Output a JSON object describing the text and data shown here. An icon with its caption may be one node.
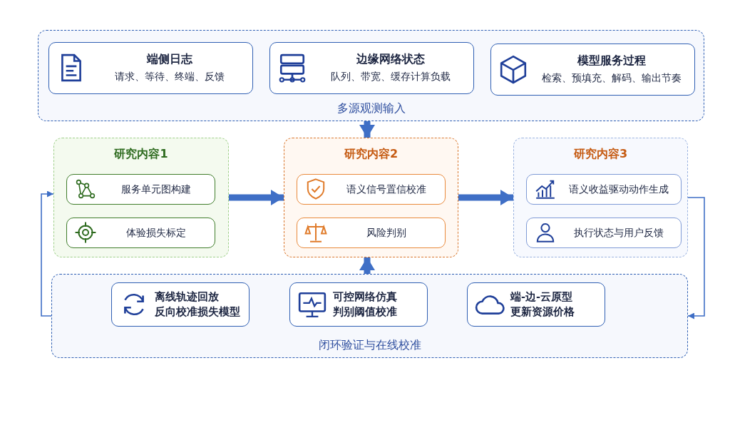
{
  "diagram": {
    "nodes": [
      {
        "text": [
          "多源观测输入"
        ]
      },
      {
        "text": [
          "端侧日志",
          "请求、等待、终端、反馈"
        ],
        "in": 0
      },
      {
        "text": [
          "边缘网络状态",
          "队列、带宽、缓存计算负载"
        ],
        "in": 0
      },
      {
        "text": [
          "模型服务过程",
          "检索、预填充、解码、输出节奏"
        ],
        "in": 0
      },
      {
        "text": [
          "研究内容1"
        ]
      },
      {
        "text": [
          "服务单元图构建"
        ],
        "in": 4
      },
      {
        "text": [
          "体验损失标定"
        ],
        "in": 4
      },
      {
        "text": [
          "研究内容2"
        ]
      },
      {
        "text": [
          "语义信号置信校准"
        ],
        "in": 7
      },
      {
        "text": [
          "风险判别"
        ],
        "in": 7
      },
      {
        "text": [
          "研究内容3"
        ]
      },
      {
        "text": [
          "语义收益驱动动作生成"
        ],
        "in": 10
      },
      {
        "text": [
          "执行状态与用户反馈"
        ],
        "in": 10
      },
      {
        "text": [
          "闭环验证与在线校准"
        ]
      },
      {
        "text": [
          "离线轨迹回放",
          "反向校准损失模型"
        ],
        "in": 13
      },
      {
        "text": [
          "可控网络仿真",
          "判别阈值校准"
        ],
        "in": 13
      },
      {
        "text": [
          "端-边-云原型",
          "更新资源价格"
        ],
        "in": 13
      }
    ],
    "edges": [
      {
        "from": 0,
        "to": 7,
        "arrow": "to"
      },
      {
        "from": 4,
        "to": 7,
        "arrow": "to"
      },
      {
        "from": 7,
        "to": 10,
        "arrow": "to"
      },
      {
        "from": 13,
        "to": 7,
        "arrow": "to"
      },
      {
        "from": 10,
        "to": 13,
        "arrow": "to"
      },
      {
        "from": 13,
        "to": 4,
        "arrow": "to"
      }
    ]
  }
}
